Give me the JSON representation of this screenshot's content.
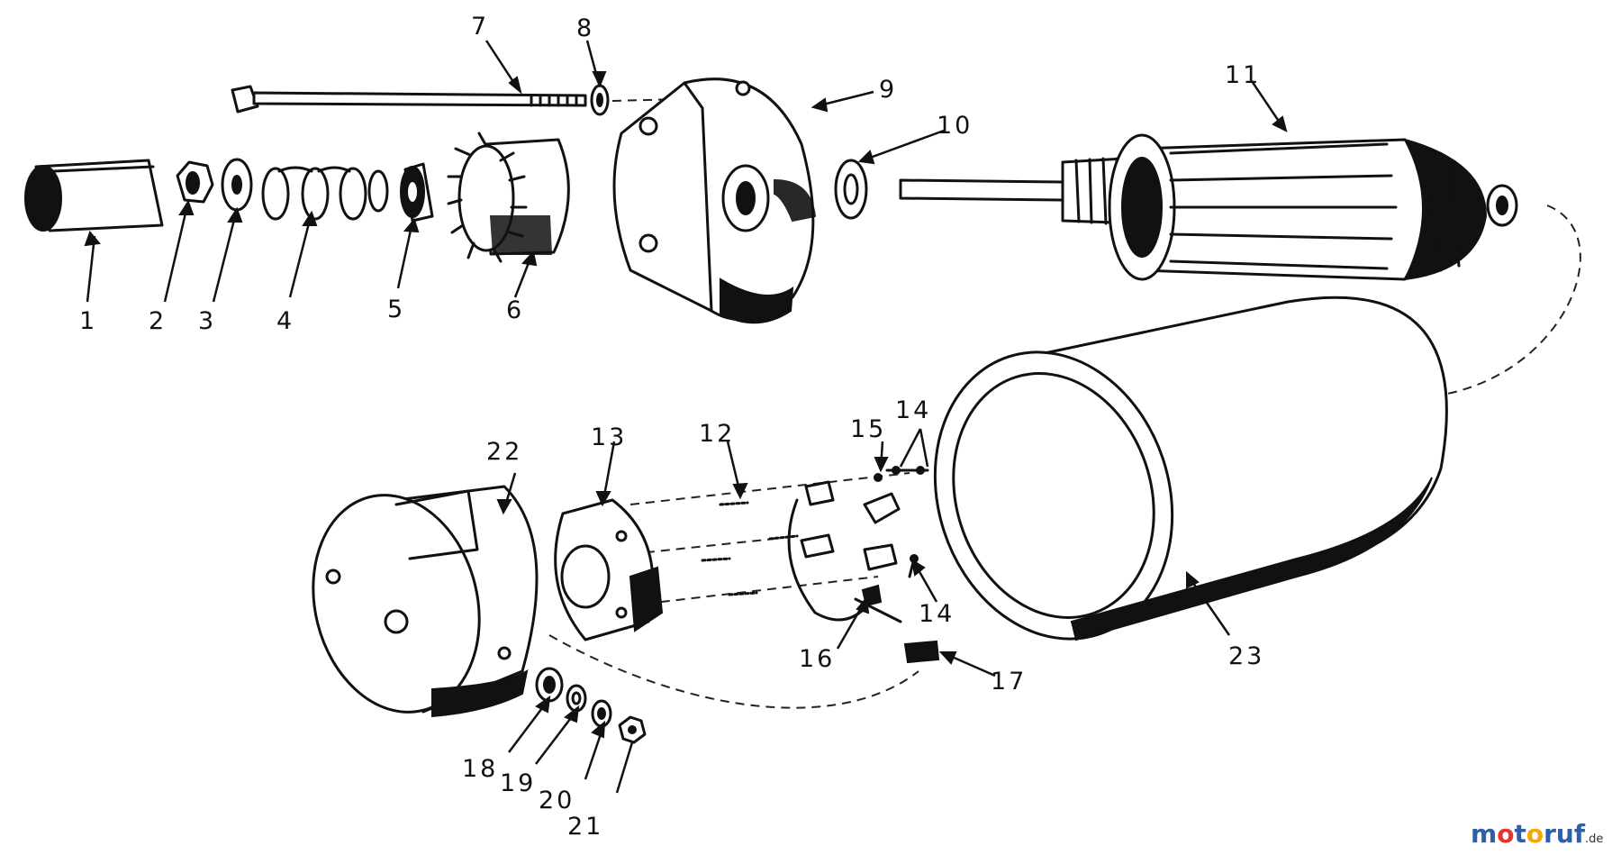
{
  "diagram": {
    "part_labels": [
      {
        "id": "1",
        "text": "1"
      },
      {
        "id": "2",
        "text": "2"
      },
      {
        "id": "3",
        "text": "3"
      },
      {
        "id": "4",
        "text": "4"
      },
      {
        "id": "5",
        "text": "5"
      },
      {
        "id": "6",
        "text": "6"
      },
      {
        "id": "7",
        "text": "7"
      },
      {
        "id": "8",
        "text": "8"
      },
      {
        "id": "9",
        "text": "9"
      },
      {
        "id": "10",
        "text": "10"
      },
      {
        "id": "11",
        "text": "11"
      },
      {
        "id": "12",
        "text": "12"
      },
      {
        "id": "13",
        "text": "13"
      },
      {
        "id": "14a",
        "text": "14"
      },
      {
        "id": "14b",
        "text": "14"
      },
      {
        "id": "15",
        "text": "15"
      },
      {
        "id": "16",
        "text": "16"
      },
      {
        "id": "17",
        "text": "17"
      },
      {
        "id": "18",
        "text": "18"
      },
      {
        "id": "19",
        "text": "19"
      },
      {
        "id": "20",
        "text": "20"
      },
      {
        "id": "21",
        "text": "21"
      },
      {
        "id": "22",
        "text": "22"
      },
      {
        "id": "23",
        "text": "23"
      }
    ]
  },
  "watermark": {
    "brand_parts": [
      {
        "text": "m",
        "color": "#2f5fa8"
      },
      {
        "text": "o",
        "color": "#e3342f"
      },
      {
        "text": "t",
        "color": "#2f5fa8"
      },
      {
        "text": "o",
        "color": "#f2a900"
      },
      {
        "text": "r",
        "color": "#2f5fa8"
      },
      {
        "text": "u",
        "color": "#2f5fa8"
      },
      {
        "text": "f",
        "color": "#2f5fa8"
      }
    ],
    "tld": ".de"
  }
}
